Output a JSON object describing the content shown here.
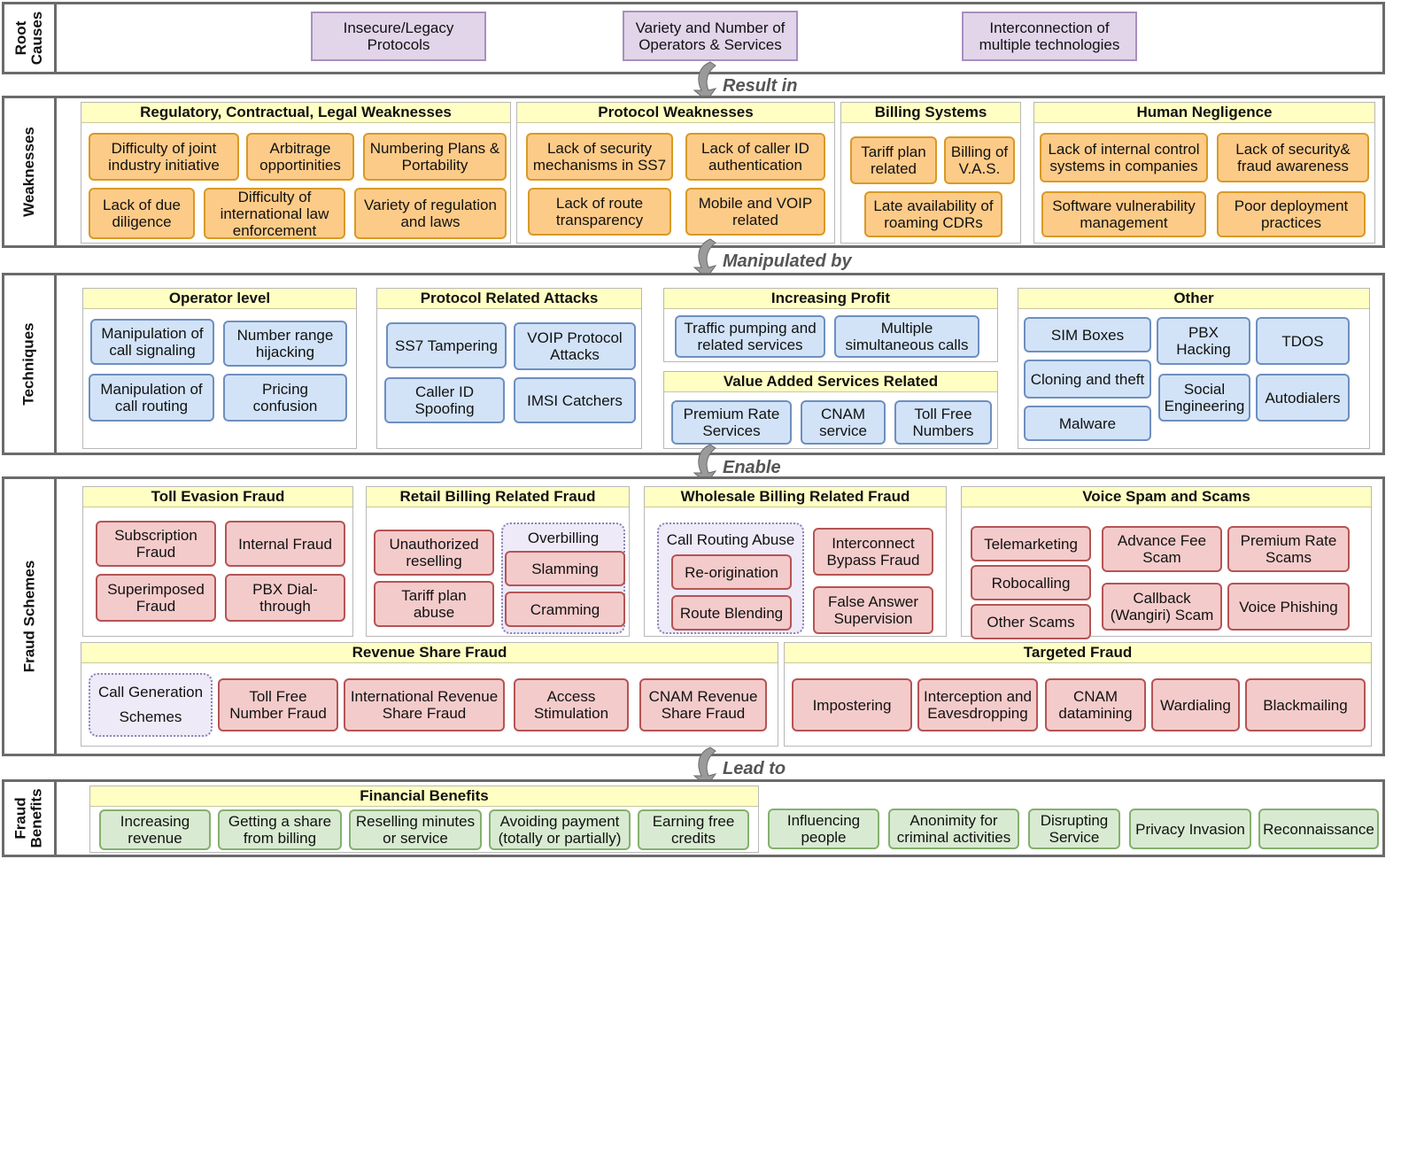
{
  "bands": {
    "root_causes": "Root\nCauses",
    "weaknesses": "Weaknesses",
    "techniques": "Techniques",
    "fraud_schemes": "Fraud Schemes",
    "fraud_benefits": "Fraud\nBenefits"
  },
  "connectors": {
    "result_in": "Result in",
    "manipulated_by": "Manipulated by",
    "enable": "Enable",
    "lead_to": "Lead to"
  },
  "root_causes": [
    "Insecure/Legacy\nProtocols",
    "Variety and Number of\nOperators & Services",
    "Interconnection of\nmultiple technologies"
  ],
  "weaknesses": {
    "regulatory": {
      "title": "Regulatory, Contractual, Legal Weaknesses",
      "items": [
        "Difficulty of joint\nindustry initiative",
        "Arbitrage\nopportinities",
        "Numbering Plans &\nPortability",
        "Lack of due\ndiligence",
        "Difficulty of\ninternational law\nenforcement",
        "Variety of regulation\nand laws"
      ]
    },
    "protocol": {
      "title": "Protocol Weaknesses",
      "items": [
        "Lack of security\nmechanisms in SS7",
        "Lack of caller ID\nauthentication",
        "Lack of route\ntransparency",
        "Mobile and VOIP\nrelated"
      ]
    },
    "billing": {
      "title": "Billing Systems",
      "items": [
        "Tariff plan\nrelated",
        "Billing of\nV.A.S.",
        "Late availability of\nroaming CDRs"
      ]
    },
    "human": {
      "title": "Human Negligence",
      "items": [
        "Lack of internal control\nsystems in companies",
        "Lack of security&\nfraud awareness",
        "Software vulnerability\nmanagement",
        "Poor deployment\npractices"
      ]
    }
  },
  "techniques": {
    "operator": {
      "title": "Operator level",
      "items": [
        "Manipulation of\ncall signaling",
        "Number range\nhijacking",
        "Manipulation of\ncall routing",
        "Pricing\nconfusion"
      ]
    },
    "protocol_attacks": {
      "title": "Protocol Related Attacks",
      "items": [
        "SS7 Tampering",
        "VOIP Protocol\nAttacks",
        "Caller ID\nSpoofing",
        "IMSI Catchers"
      ]
    },
    "increasing_profit": {
      "title": "Increasing Profit",
      "items": [
        "Traffic pumping and\nrelated services",
        "Multiple\nsimultaneous calls"
      ]
    },
    "vas": {
      "title": "Value Added Services Related",
      "items": [
        "Premium Rate\nServices",
        "CNAM\nservice",
        "Toll Free\nNumbers"
      ]
    },
    "other": {
      "title": "Other",
      "items": [
        "SIM Boxes",
        "PBX\nHacking",
        "TDOS",
        "Cloning and theft",
        "Social\nEngineering",
        "Autodialers",
        "Malware"
      ]
    }
  },
  "fraud_schemes": {
    "toll_evasion": {
      "title": "Toll Evasion Fraud",
      "items": [
        "Subscription\nFraud",
        "Internal Fraud",
        "Superimposed\nFraud",
        "PBX Dial-\nthrough"
      ]
    },
    "retail": {
      "title": "Retail Billing Related Fraud",
      "items": [
        "Unauthorized\nreselling",
        "Tariff plan\nabuse"
      ],
      "overbilling": {
        "label": "Overbilling",
        "items": [
          "Slamming",
          "Cramming"
        ]
      }
    },
    "wholesale": {
      "title": "Wholesale Billing Related Fraud",
      "call_routing_abuse": {
        "label": "Call Routing Abuse",
        "items": [
          "Re-origination",
          "Route Blending"
        ]
      },
      "items": [
        "Interconnect\nBypass Fraud",
        "False Answer\nSupervision"
      ]
    },
    "voice_spam": {
      "title": "Voice Spam and Scams",
      "items": [
        "Telemarketing",
        "Advance Fee\nScam",
        "Premium Rate\nScams",
        "Robocalling",
        "Callback\n(Wangiri) Scam",
        "Voice Phishing",
        "Other Scams"
      ]
    },
    "revenue_share": {
      "title": "Revenue Share Fraud",
      "call_generation": "Call Generation\nSchemes",
      "items": [
        "Toll Free\nNumber Fraud",
        "International Revenue\nShare Fraud",
        "Access\nStimulation",
        "CNAM Revenue\nShare Fraud"
      ]
    },
    "targeted": {
      "title": "Targeted Fraud",
      "items": [
        "Impostering",
        "Interception and\nEavesdropping",
        "CNAM\ndatamining",
        "Wardialing",
        "Blackmailing"
      ]
    }
  },
  "fraud_benefits": {
    "financial": {
      "title": "Financial Benefits",
      "items": [
        "Increasing\nrevenue",
        "Getting a share\nfrom billing",
        "Reselling minutes\nor service",
        "Avoiding payment\n(totally or partially)",
        "Earning free\ncredits"
      ]
    },
    "other_items": [
      "Influencing\npeople",
      "Anonimity for\ncriminal activities",
      "Disrupting\nService",
      "Privacy Invasion",
      "Reconnaissance"
    ]
  },
  "colors": {
    "root_cause": "#e2d5ea",
    "weakness": "#fdcb88",
    "technique": "#d2e3f7",
    "fraud_scheme": "#f4cbcb",
    "benefit": "#d8ebd2",
    "group_title": "#ffffc4"
  }
}
